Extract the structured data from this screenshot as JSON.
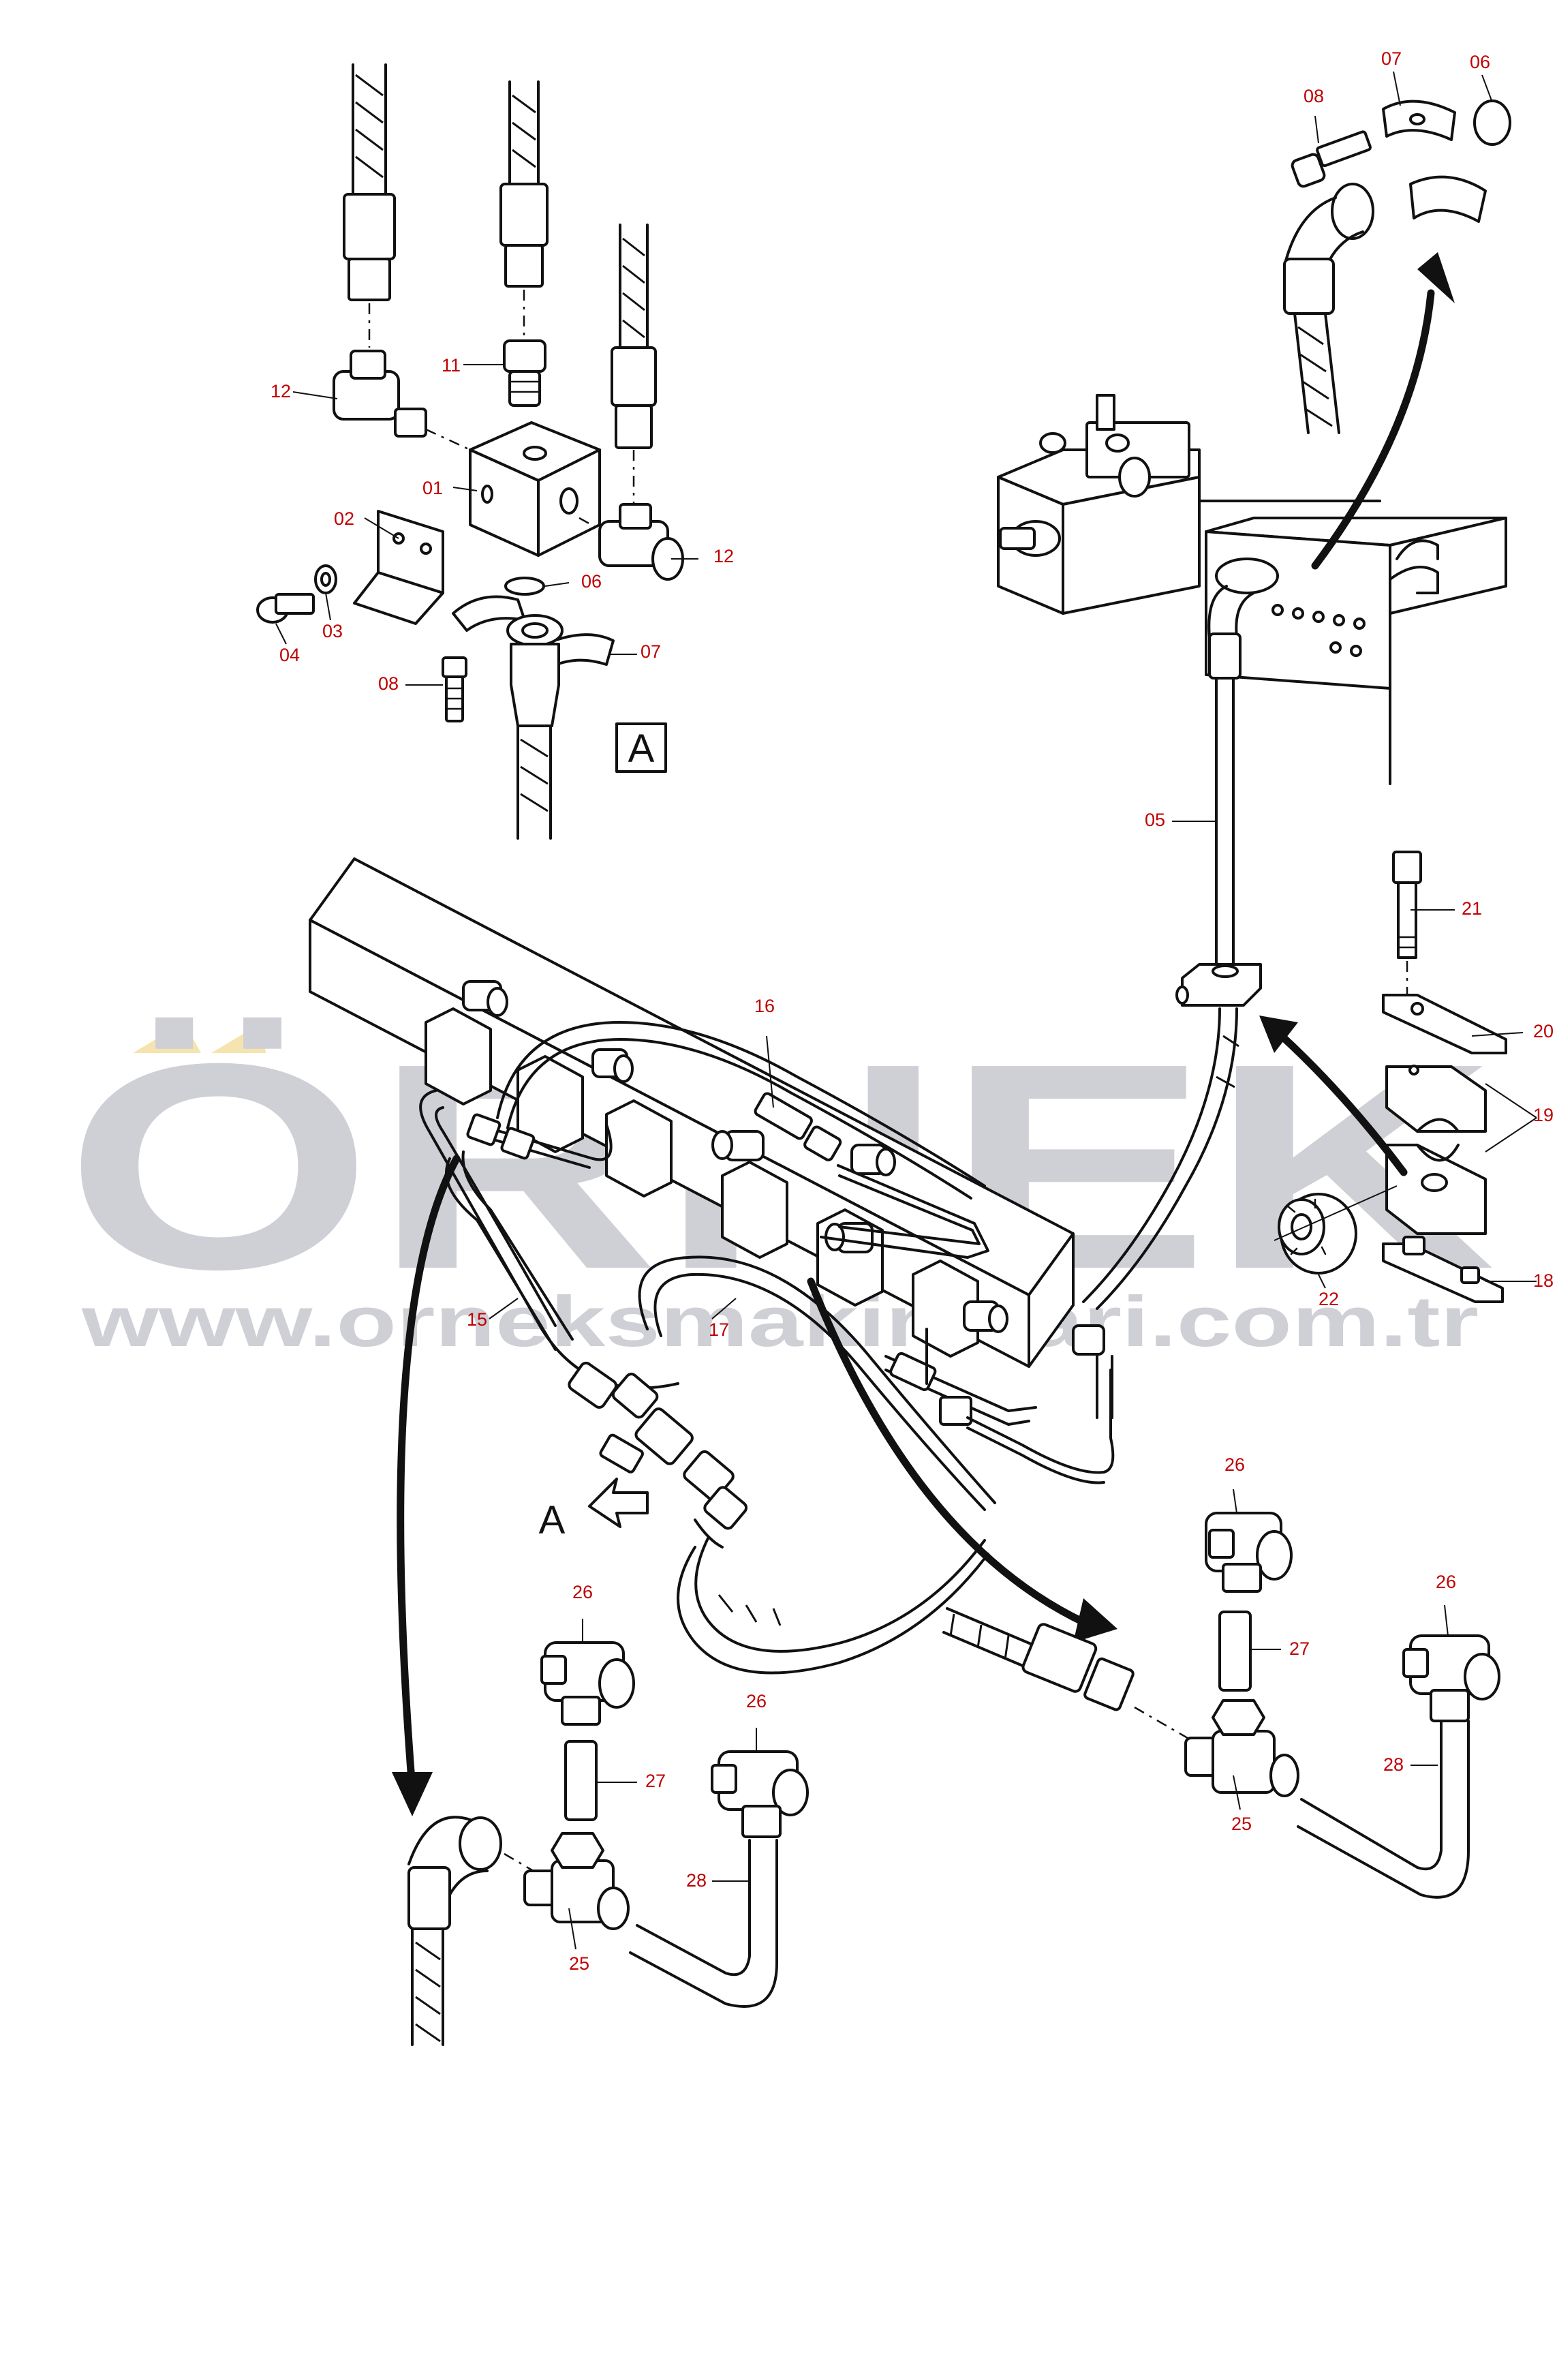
{
  "watermark": {
    "brand": "ÖRNEK",
    "url": "www.orneksmakinalari.com.tr",
    "text_color": "#cfcfd6",
    "accent_color": "#f5e4b0"
  },
  "colors": {
    "line": "#111111",
    "callout": "#c00000"
  },
  "detail_labels": {
    "detail_box": "A",
    "view_arrow": "A"
  },
  "callouts": [
    {
      "id": "c01",
      "text": "01"
    },
    {
      "id": "c02",
      "text": "02"
    },
    {
      "id": "c03",
      "text": "03"
    },
    {
      "id": "c04",
      "text": "04"
    },
    {
      "id": "c05",
      "text": "05"
    },
    {
      "id": "c06a",
      "text": "06"
    },
    {
      "id": "c06b",
      "text": "06"
    },
    {
      "id": "c07a",
      "text": "07"
    },
    {
      "id": "c07b",
      "text": "07"
    },
    {
      "id": "c08a",
      "text": "08"
    },
    {
      "id": "c08b",
      "text": "08"
    },
    {
      "id": "c11",
      "text": "11"
    },
    {
      "id": "c12a",
      "text": "12"
    },
    {
      "id": "c12b",
      "text": "12"
    },
    {
      "id": "c15",
      "text": "15"
    },
    {
      "id": "c16",
      "text": "16"
    },
    {
      "id": "c17",
      "text": "17"
    },
    {
      "id": "c18",
      "text": "18"
    },
    {
      "id": "c19",
      "text": "19"
    },
    {
      "id": "c20",
      "text": "20"
    },
    {
      "id": "c21",
      "text": "21"
    },
    {
      "id": "c22",
      "text": "22"
    },
    {
      "id": "c25a",
      "text": "25"
    },
    {
      "id": "c25b",
      "text": "25"
    },
    {
      "id": "c26a",
      "text": "26"
    },
    {
      "id": "c26b",
      "text": "26"
    },
    {
      "id": "c26c",
      "text": "26"
    },
    {
      "id": "c26d",
      "text": "26"
    },
    {
      "id": "c27a",
      "text": "27"
    },
    {
      "id": "c27b",
      "text": "27"
    },
    {
      "id": "c28a",
      "text": "28"
    },
    {
      "id": "c28b",
      "text": "28"
    }
  ]
}
